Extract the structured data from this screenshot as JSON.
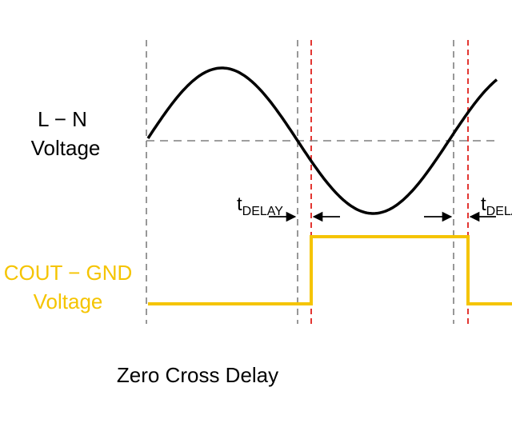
{
  "labels": {
    "ln_line1": "L − N",
    "ln_line2": "Voltage",
    "cout_line1": "COUT − GND",
    "cout_line2": "Voltage",
    "tdelay_t": "t",
    "tdelay_sub": "DELAY",
    "caption": "Zero Cross Delay"
  },
  "colors": {
    "sine": "#000000",
    "cout": "#f5c400",
    "cout_text": "#f5c400",
    "zero_cross_guides": "#7f7f7f",
    "delay_markers": "#e0201b",
    "arrows": "#000000"
  }
}
